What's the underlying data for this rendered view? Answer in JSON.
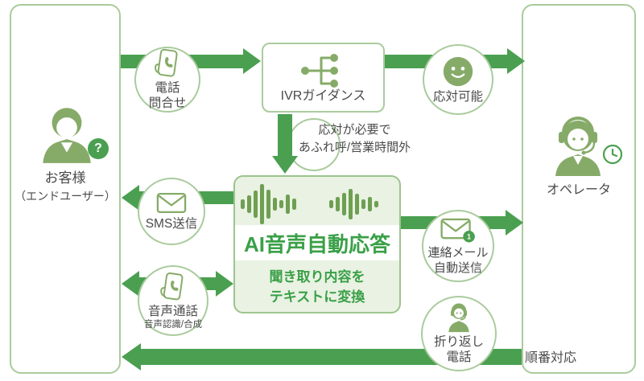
{
  "palette": {
    "green": "#4aa050",
    "olive": "#86ab68",
    "border": "#aacb9d",
    "aibg": "#e9f2e3",
    "aigreen": "#3aa047",
    "wave": "#6f9f52",
    "text": "#4a4a4a"
  },
  "customer": {
    "name_line1": "お客様",
    "name_line2": "（エンドユーザー）",
    "badge": "?"
  },
  "operator": {
    "name": "オペレータ",
    "queue_note": "順番対応"
  },
  "ivr": {
    "label": "IVRガイダンス"
  },
  "ai": {
    "title": "AI音声自動応答",
    "desc_line1": "聞き取り内容を",
    "desc_line2": "テキストに変換"
  },
  "flows": {
    "phone_inquiry": {
      "line1": "電話",
      "line2": "問合せ"
    },
    "available": {
      "label": "応対可能"
    },
    "overflow": {
      "line1": "応対が必要で",
      "line2": "あふれ呼/営業時間外"
    },
    "sms": {
      "label": "SMS送信"
    },
    "voice_call": {
      "label": "音声通話",
      "sub": "音声認識/合成"
    },
    "contact_mail": {
      "line1": "連絡メール",
      "line2": "自動送信",
      "badge": "1"
    },
    "callback": {
      "line1": "折り返し",
      "line2": "電話"
    }
  }
}
